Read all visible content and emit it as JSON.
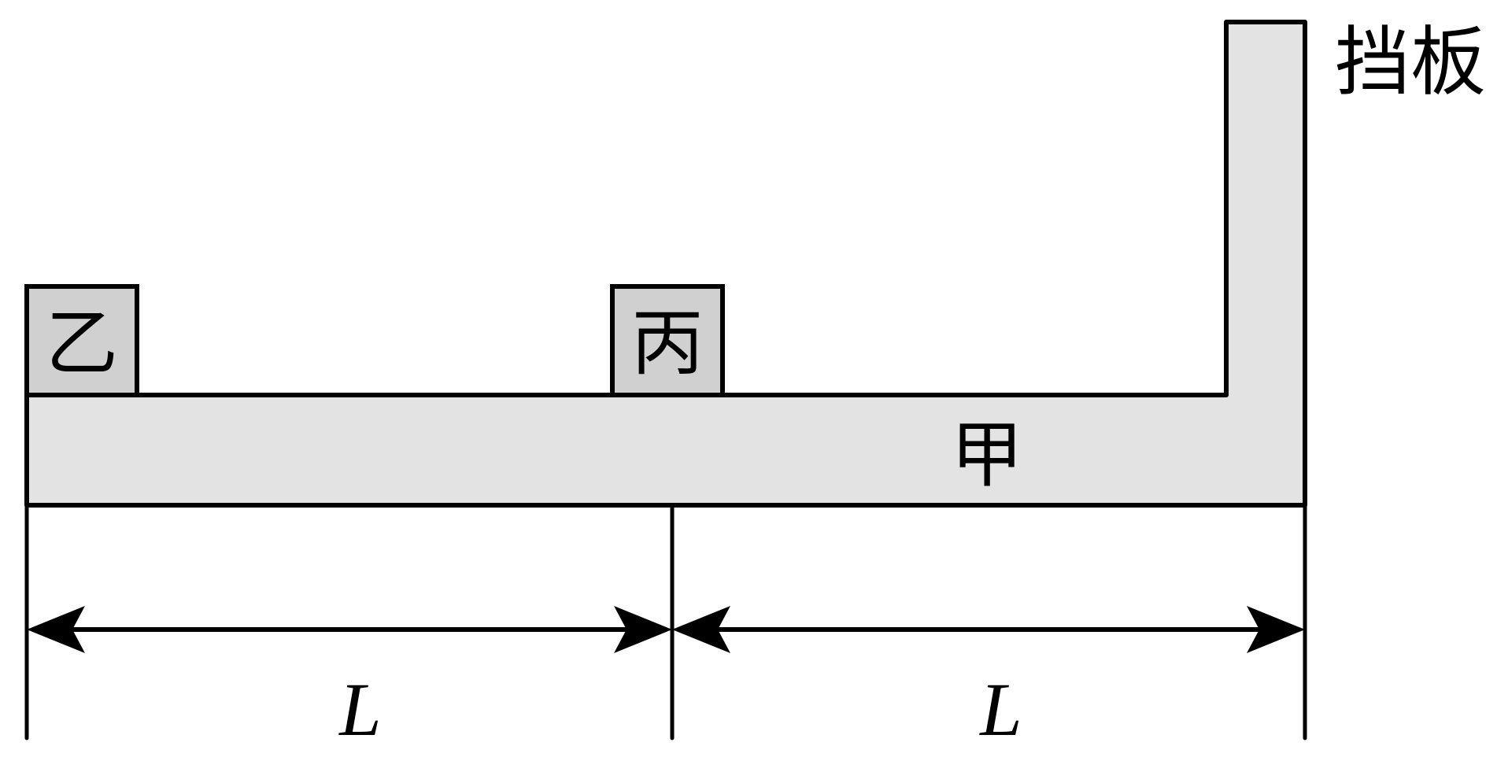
{
  "labels": {
    "baffle": "挡板",
    "board": "甲",
    "block_left": "乙",
    "block_middle": "丙",
    "length_left": "L",
    "length_right": "L"
  },
  "colors": {
    "board_fill": "#e3e3e3",
    "block_fill": "#d0d0d0",
    "stroke": "#000000",
    "background": "#ffffff"
  }
}
